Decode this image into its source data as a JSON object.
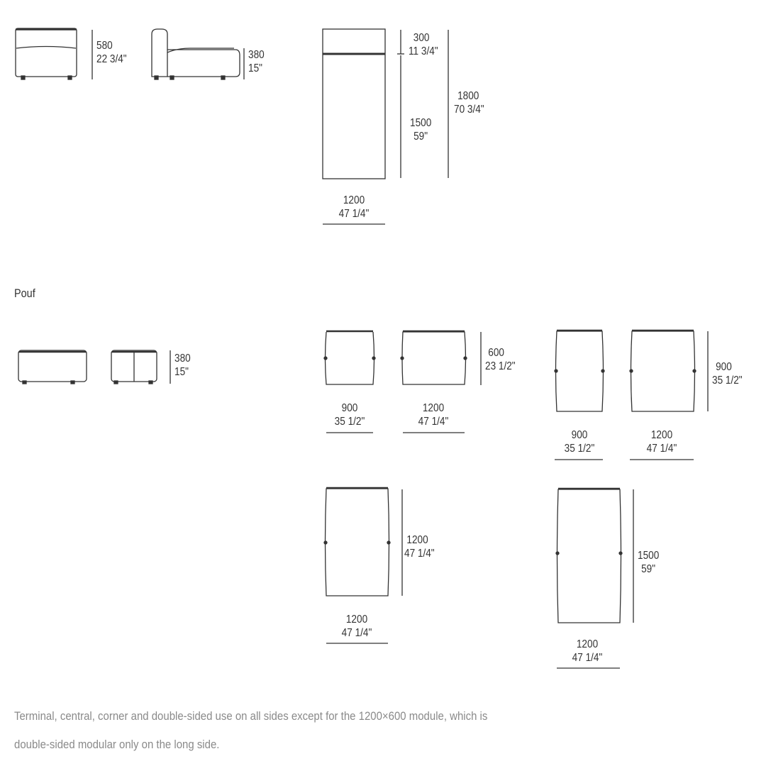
{
  "sections": {
    "pouf_label": "Pouf"
  },
  "dimensions": {
    "module_front_depth": {
      "mm": "580",
      "inch": "22 3/4\""
    },
    "module_side_height": {
      "mm": "380",
      "inch": "15\""
    },
    "module_plan_back": {
      "mm": "300",
      "inch": "11 3/4\""
    },
    "module_plan_seat": {
      "mm": "1500",
      "inch": "59\""
    },
    "module_plan_total": {
      "mm": "1800",
      "inch": "70 3/4\""
    },
    "module_plan_width": {
      "mm": "1200",
      "inch": "47 1/4\""
    },
    "pouf_height": {
      "mm": "380",
      "inch": "15\""
    },
    "pouf_900x600_width": {
      "mm": "900",
      "inch": "35 1/2\""
    },
    "pouf_1200x600_width": {
      "mm": "1200",
      "inch": "47 1/4\""
    },
    "pouf_600_depth": {
      "mm": "600",
      "inch": "23 1/2\""
    },
    "pouf_900x900_width": {
      "mm": "900",
      "inch": "35 1/2\""
    },
    "pouf_1200x900_width": {
      "mm": "1200",
      "inch": "47 1/4\""
    },
    "pouf_900_depth": {
      "mm": "900",
      "inch": "35 1/2\""
    },
    "pouf_1200x1200_width": {
      "mm": "1200",
      "inch": "47 1/4\""
    },
    "pouf_1200x1200_depth": {
      "mm": "1200",
      "inch": "47 1/4\""
    },
    "pouf_1200x1500_width": {
      "mm": "1200",
      "inch": "47 1/4\""
    },
    "pouf_1200x1500_depth": {
      "mm": "1500",
      "inch": "59\""
    }
  },
  "footnote": {
    "text": "Terminal, central, corner and double-sided use on all sides except for the 1200×600 module, which is double-sided modular only on the long side."
  },
  "colors": {
    "line": "#333333",
    "footnote": "#8a8a8a"
  }
}
